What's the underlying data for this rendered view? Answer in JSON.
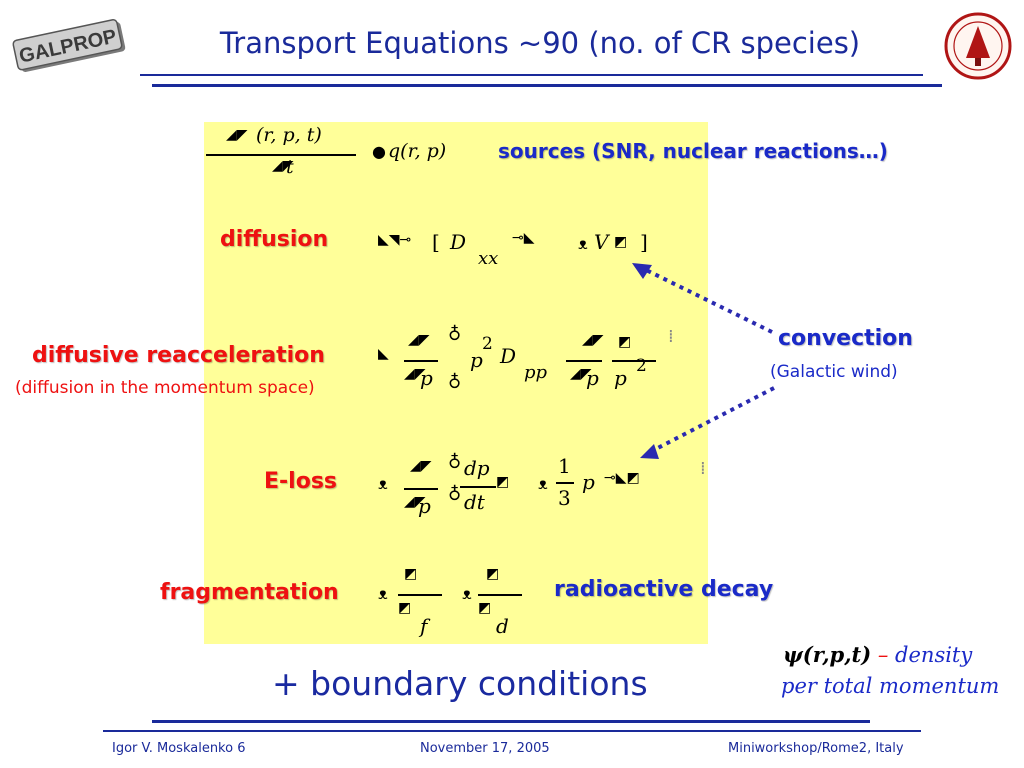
{
  "header": {
    "logo_left_text": "GALPROP",
    "title": "Transport Equations ~90 (no. of CR species)"
  },
  "equation": {
    "lhs_top": "(r, p, t)",
    "lhs_bottom": "t",
    "source_term": "q(r, p)",
    "diffusion_term": "D",
    "diffusion_sub": "xx",
    "convection_term": "V",
    "bracket_close": "]",
    "reacc_p": "p",
    "reacc_p2": "p",
    "reacc_sup": "2",
    "reacc_D": "D",
    "reacc_sub": "pp",
    "reacc_p2_sup": "2",
    "loss_dp": "dp",
    "loss_dt": "dt",
    "loss_p": "p",
    "third_num": "1",
    "third_den": "3",
    "third_p": "p",
    "frag_f": "f",
    "decay_d": "d"
  },
  "labels": {
    "sources": "sources (SNR, nuclear reactions…)",
    "diffusion": "diffusion",
    "reacceleration": "diffusive reacceleration",
    "reacceleration_note": "(diffusion in the momentum space)",
    "eloss": "E-loss",
    "fragmentation": "fragmentation",
    "radioactive": "radioactive decay",
    "convection": "convection",
    "convection_note": "(Galactic wind)"
  },
  "boundary": "+ boundary conditions",
  "psi": {
    "symbol": "ψ(r,p,t)",
    "dash": " – ",
    "line1": "density",
    "line2": "per total momentum"
  },
  "footer": {
    "author": "Igor V. Moskalenko  6",
    "date": "November 17, 2005",
    "venue": "Miniworkshop/Rome2, Italy"
  },
  "colors": {
    "title_blue": "#1a2a9a",
    "label_red": "#ee1111",
    "label_blue": "#1a2ac8",
    "box_yellow": "#ffff99"
  }
}
